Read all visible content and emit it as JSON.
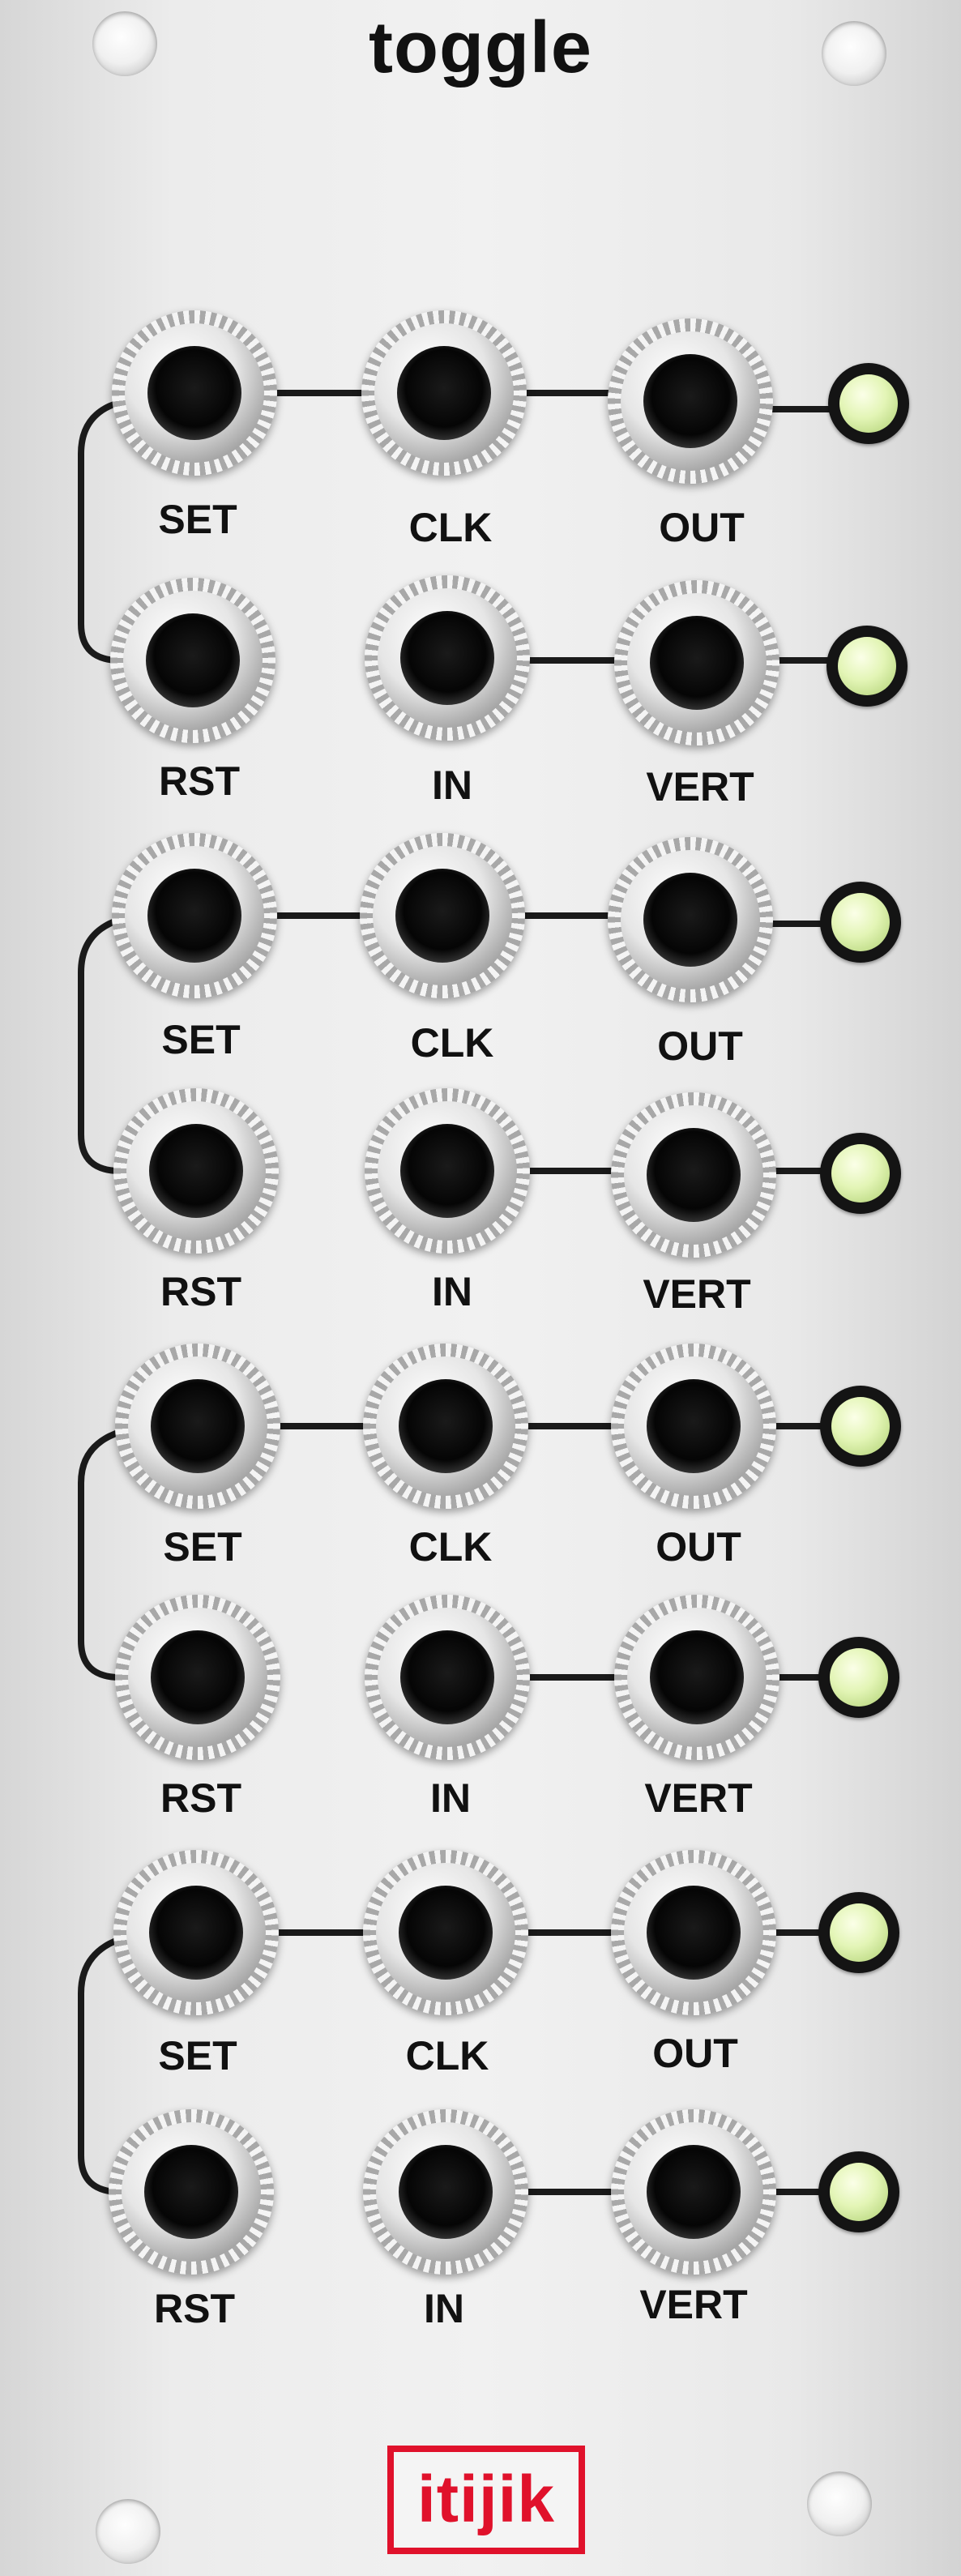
{
  "panel": {
    "title": "toggle",
    "brand": "itijik",
    "colors": {
      "panel": "#ececec",
      "trace": "#1a1a1a",
      "led": "#d9f0a0",
      "brand": "#e0112b"
    }
  },
  "sections": [
    {
      "top_row": {
        "set": "SET",
        "clk": "CLK",
        "out": "OUT"
      },
      "bottom_row": {
        "rst": "RST",
        "in": "IN",
        "vert": "VERT"
      }
    },
    {
      "top_row": {
        "set": "SET",
        "clk": "CLK",
        "out": "OUT"
      },
      "bottom_row": {
        "rst": "RST",
        "in": "IN",
        "vert": "VERT"
      }
    },
    {
      "top_row": {
        "set": "SET",
        "clk": "CLK",
        "out": "OUT"
      },
      "bottom_row": {
        "rst": "RST",
        "in": "IN",
        "vert": "VERT"
      }
    },
    {
      "top_row": {
        "set": "SET",
        "clk": "CLK",
        "out": "OUT"
      },
      "bottom_row": {
        "rst": "RST",
        "in": "IN",
        "vert": "VERT"
      }
    }
  ]
}
